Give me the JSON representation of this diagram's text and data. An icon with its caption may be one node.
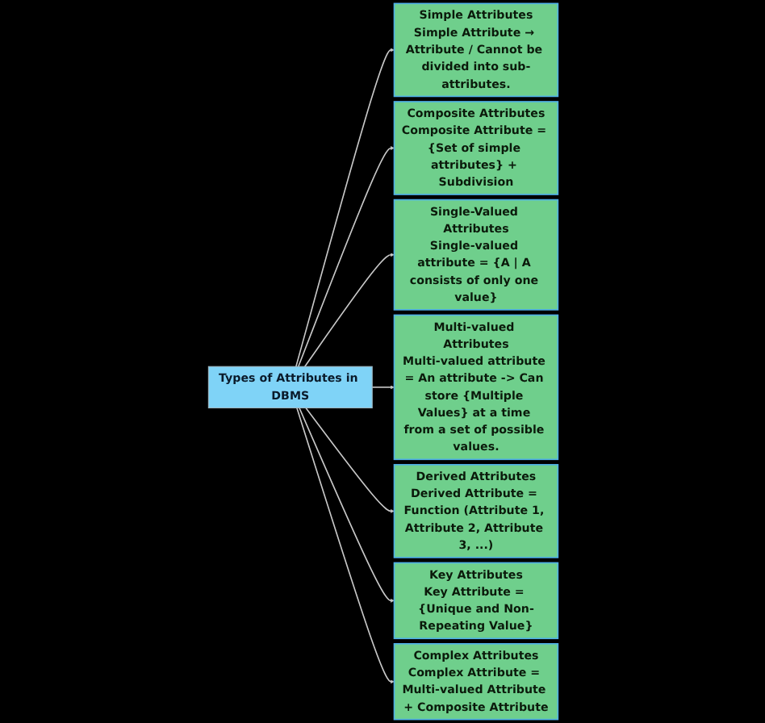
{
  "diagram": {
    "nodes": [
      {
        "text": [
          "Types of Attributes in DBMS"
        ]
      },
      {
        "text": [
          "Simple Attributes",
          "Simple Attribute → Attribute / Cannot be divided into sub-attributes."
        ]
      },
      {
        "text": [
          "Composite Attributes",
          "Composite Attribute = {Set of simple attributes} + Subdivision"
        ]
      },
      {
        "text": [
          "Single-Valued Attributes",
          "Single-valued attribute = {A | A consists of only one value}"
        ]
      },
      {
        "text": [
          "Multi-valued Attributes",
          "Multi-valued attribute = An attribute -> Can store {Multiple Values} at a time from a set of possible values."
        ]
      },
      {
        "text": [
          "Derived Attributes",
          "Derived Attribute = Function (Attribute 1, Attribute 2, Attribute 3, ...)"
        ]
      },
      {
        "text": [
          "Key Attributes",
          "Key Attribute = {Unique and Non-Repeating Value}"
        ]
      },
      {
        "text": [
          "Complex Attributes",
          "Complex Attribute = Multi-valued Attribute + Composite Attribute"
        ]
      }
    ],
    "edges": [
      {
        "from": 0,
        "to": 1,
        "arrow": "to"
      },
      {
        "from": 0,
        "to": 2,
        "arrow": "to"
      },
      {
        "from": 0,
        "to": 3,
        "arrow": "to"
      },
      {
        "from": 0,
        "to": 4,
        "arrow": "to"
      },
      {
        "from": 0,
        "to": 5,
        "arrow": "to"
      },
      {
        "from": 0,
        "to": 6,
        "arrow": "to"
      },
      {
        "from": 0,
        "to": 7,
        "arrow": "to"
      }
    ]
  }
}
